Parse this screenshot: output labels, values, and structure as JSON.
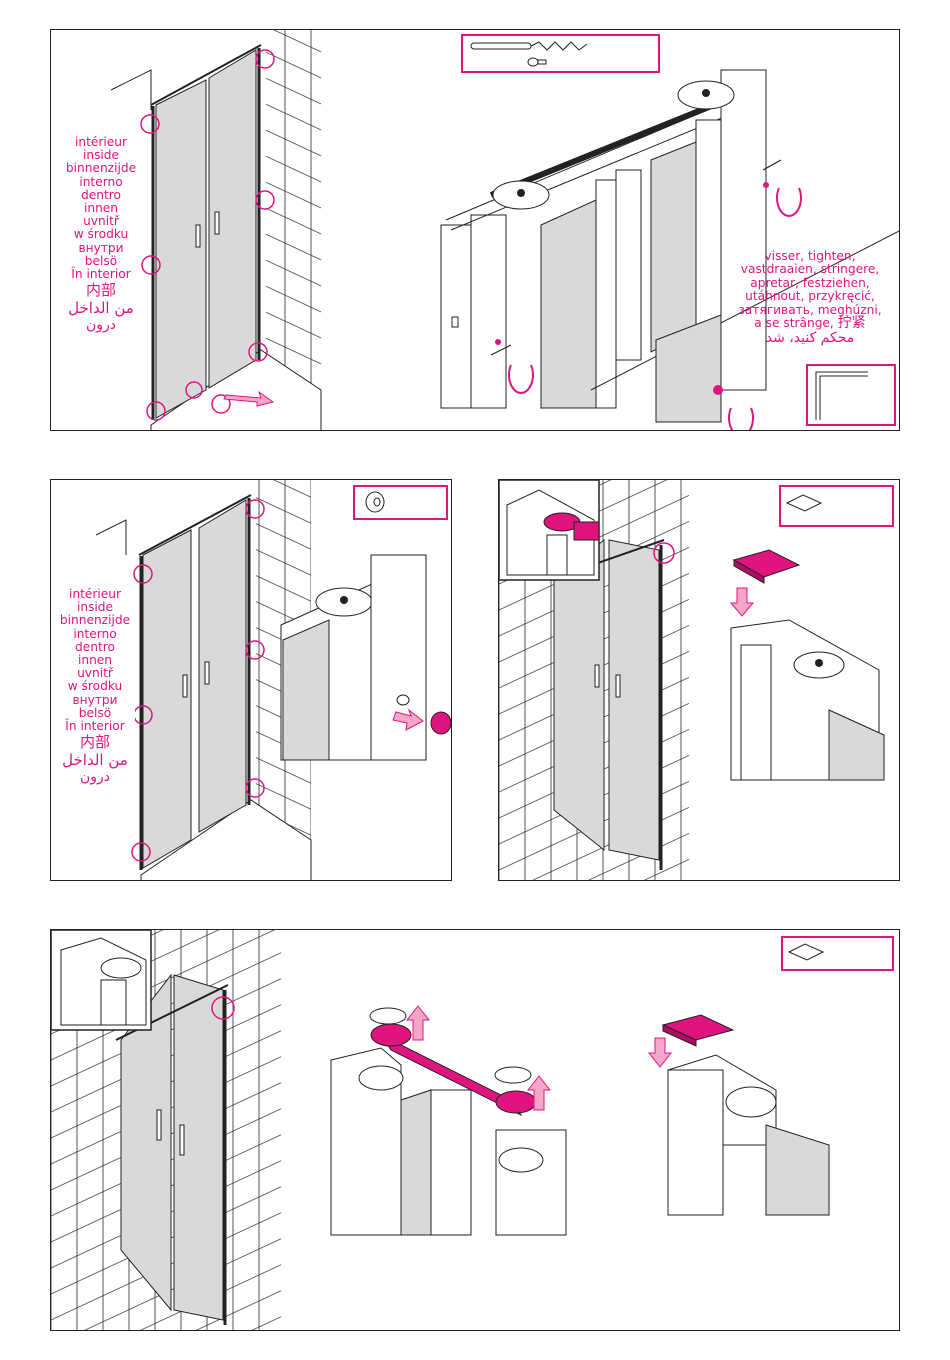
{
  "colors": {
    "accent": "#e0147f",
    "line": "#222222",
    "glass": "#d9d9d9",
    "tile": "#333333"
  },
  "inside_labels": [
    "intérieur",
    "inside",
    "binnenzijde",
    "interno",
    "dentro",
    "innen",
    "uvnitř",
    "w środku",
    "внутри",
    "belsö",
    "În interior",
    "内部",
    "من الداخل",
    "درون"
  ],
  "tighten_labels": [
    "visser, tighten,",
    "vastdraaien, stringere,",
    "apretar, festziehen,",
    "utáhnout, przykręcić,",
    "затягивать, meghúzni,",
    "a se strânge,",
    "拧紧",
    "محکم کنید، شد"
  ],
  "icons": [
    "screw-icon",
    "washer-icon",
    "cap-icon",
    "cover-plate-icon",
    "rotate-arrow-icon",
    "down-arrow-icon",
    "up-arrow-icon",
    "slide-arrow-icon",
    "profile-corner-icon"
  ]
}
